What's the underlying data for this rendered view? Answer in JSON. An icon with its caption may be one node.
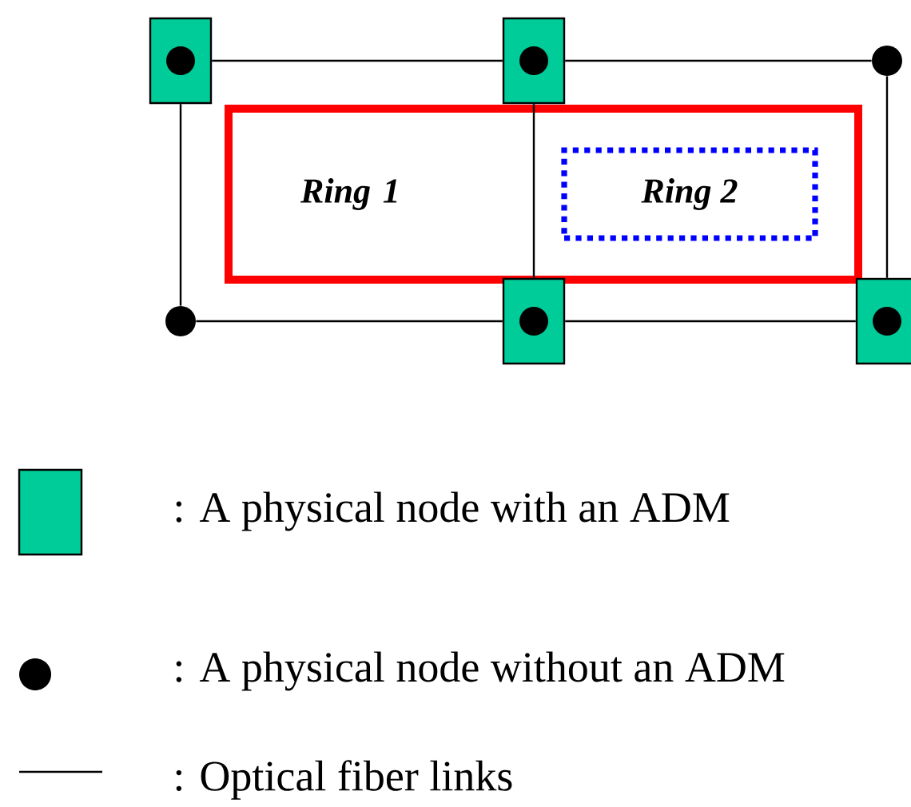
{
  "diagram": {
    "nodes": [
      {
        "text": [],
        "shape": "box"
      },
      {
        "text": [],
        "shape": "box"
      },
      {
        "text": [],
        "shape": "circle"
      },
      {
        "text": [
          "Ring 1"
        ]
      },
      {
        "text": [
          "Ring 2"
        ],
        "in": 3
      },
      {
        "text": [],
        "shape": "circle"
      },
      {
        "text": [],
        "shape": "box"
      },
      {
        "text": [],
        "shape": "box"
      }
    ],
    "edges": [
      {
        "from": 0,
        "to": 1,
        "arrow": "none"
      },
      {
        "from": 1,
        "to": 2,
        "arrow": "none"
      },
      {
        "from": 0,
        "to": 5,
        "arrow": "none"
      },
      {
        "from": 1,
        "to": 6,
        "arrow": "none"
      },
      {
        "from": 2,
        "to": 7,
        "arrow": "none"
      },
      {
        "from": 5,
        "to": 6,
        "arrow": "none"
      },
      {
        "from": 6,
        "to": 7,
        "arrow": "none"
      }
    ],
    "legend": [
      {
        "text": ": A physical node with an ADM",
        "color": "#00cc99"
      },
      {
        "text": ": A physical node without an ADM"
      },
      {
        "text": ": Optical fiber links"
      }
    ]
  }
}
